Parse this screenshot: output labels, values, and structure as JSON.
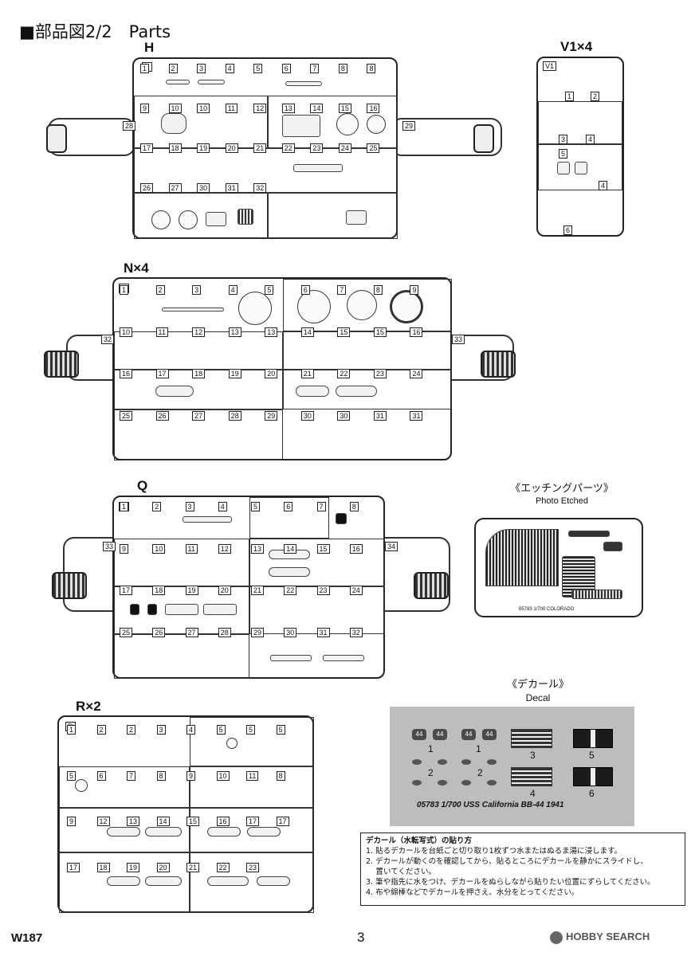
{
  "page_title": "■部品図2/2　Parts",
  "sprues": {
    "h": {
      "label": "H",
      "cell_tag": "H",
      "numbers": [
        "1",
        "2",
        "3",
        "4",
        "5",
        "6",
        "7",
        "8",
        "8",
        "9",
        "10",
        "10",
        "11",
        "12",
        "13",
        "14",
        "15",
        "16",
        "17",
        "18",
        "19",
        "20",
        "21",
        "22",
        "23",
        "24",
        "25",
        "26",
        "27",
        "28",
        "29",
        "30",
        "31",
        "32"
      ]
    },
    "v1": {
      "label": "V1×4",
      "cell_tag": "V1",
      "numbers": [
        "1",
        "2",
        "3",
        "4",
        "5",
        "4",
        "6"
      ]
    },
    "n": {
      "label": "N×4",
      "cell_tag": "N",
      "numbers": [
        "1",
        "2",
        "3",
        "4",
        "5",
        "6",
        "7",
        "8",
        "9",
        "10",
        "11",
        "12",
        "13",
        "13",
        "14",
        "15",
        "15",
        "16",
        "16",
        "17",
        "18",
        "19",
        "20",
        "21",
        "22",
        "23",
        "24",
        "25",
        "26",
        "27",
        "28",
        "29",
        "30",
        "30",
        "31",
        "31",
        "32",
        "33"
      ]
    },
    "q": {
      "label": "Q",
      "cell_tag": "Q",
      "numbers": [
        "1",
        "2",
        "3",
        "4",
        "5",
        "6",
        "7",
        "8",
        "9",
        "10",
        "11",
        "12",
        "13",
        "14",
        "15",
        "16",
        "17",
        "18",
        "19",
        "20",
        "21",
        "22",
        "23",
        "24",
        "25",
        "26",
        "27",
        "28",
        "29",
        "30",
        "31",
        "32",
        "33",
        "34"
      ]
    },
    "r": {
      "label": "R×2",
      "cell_tag": "R",
      "numbers": [
        "1",
        "2",
        "2",
        "3",
        "4",
        "5",
        "5",
        "5",
        "5",
        "6",
        "7",
        "8",
        "9",
        "10",
        "11",
        "8",
        "9",
        "12",
        "13",
        "14",
        "15",
        "16",
        "17",
        "17",
        "17",
        "18",
        "19",
        "20",
        "21",
        "22",
        "23"
      ]
    }
  },
  "photo_etched": {
    "title_jp": "《エッチングパーツ》",
    "title_en": "Photo Etched",
    "fret_code": "05783  1/700  COLORADO"
  },
  "decal": {
    "title_jp": "《デカール》",
    "title_en": "Decal",
    "hull_numbers": [
      "44",
      "44",
      "44",
      "44"
    ],
    "labels": [
      "1",
      "1",
      "2",
      "2",
      "3",
      "4",
      "5",
      "6"
    ],
    "caption": "05783 1/700 USS California BB-44 1941"
  },
  "instructions": {
    "heading": "デカール（水転写式）の貼り方",
    "steps": [
      "1. 貼るデカールを台紙ごと切り取り1枚ずつ水またはぬるま湯に浸します。",
      "2. デカールが動くのを確認してから、貼るところにデカールを静かにスライドし、",
      "　 置いてください。",
      "3. 筆や指先に水をつけ、デカールをぬらしながら貼りたい位置にずらしてください。",
      "4. 布や綿棒などでデカールを押さえ、水分をとってください。"
    ]
  },
  "footer": {
    "code": "W187",
    "page_number": "3",
    "watermark": "HOBBY SEARCH"
  }
}
